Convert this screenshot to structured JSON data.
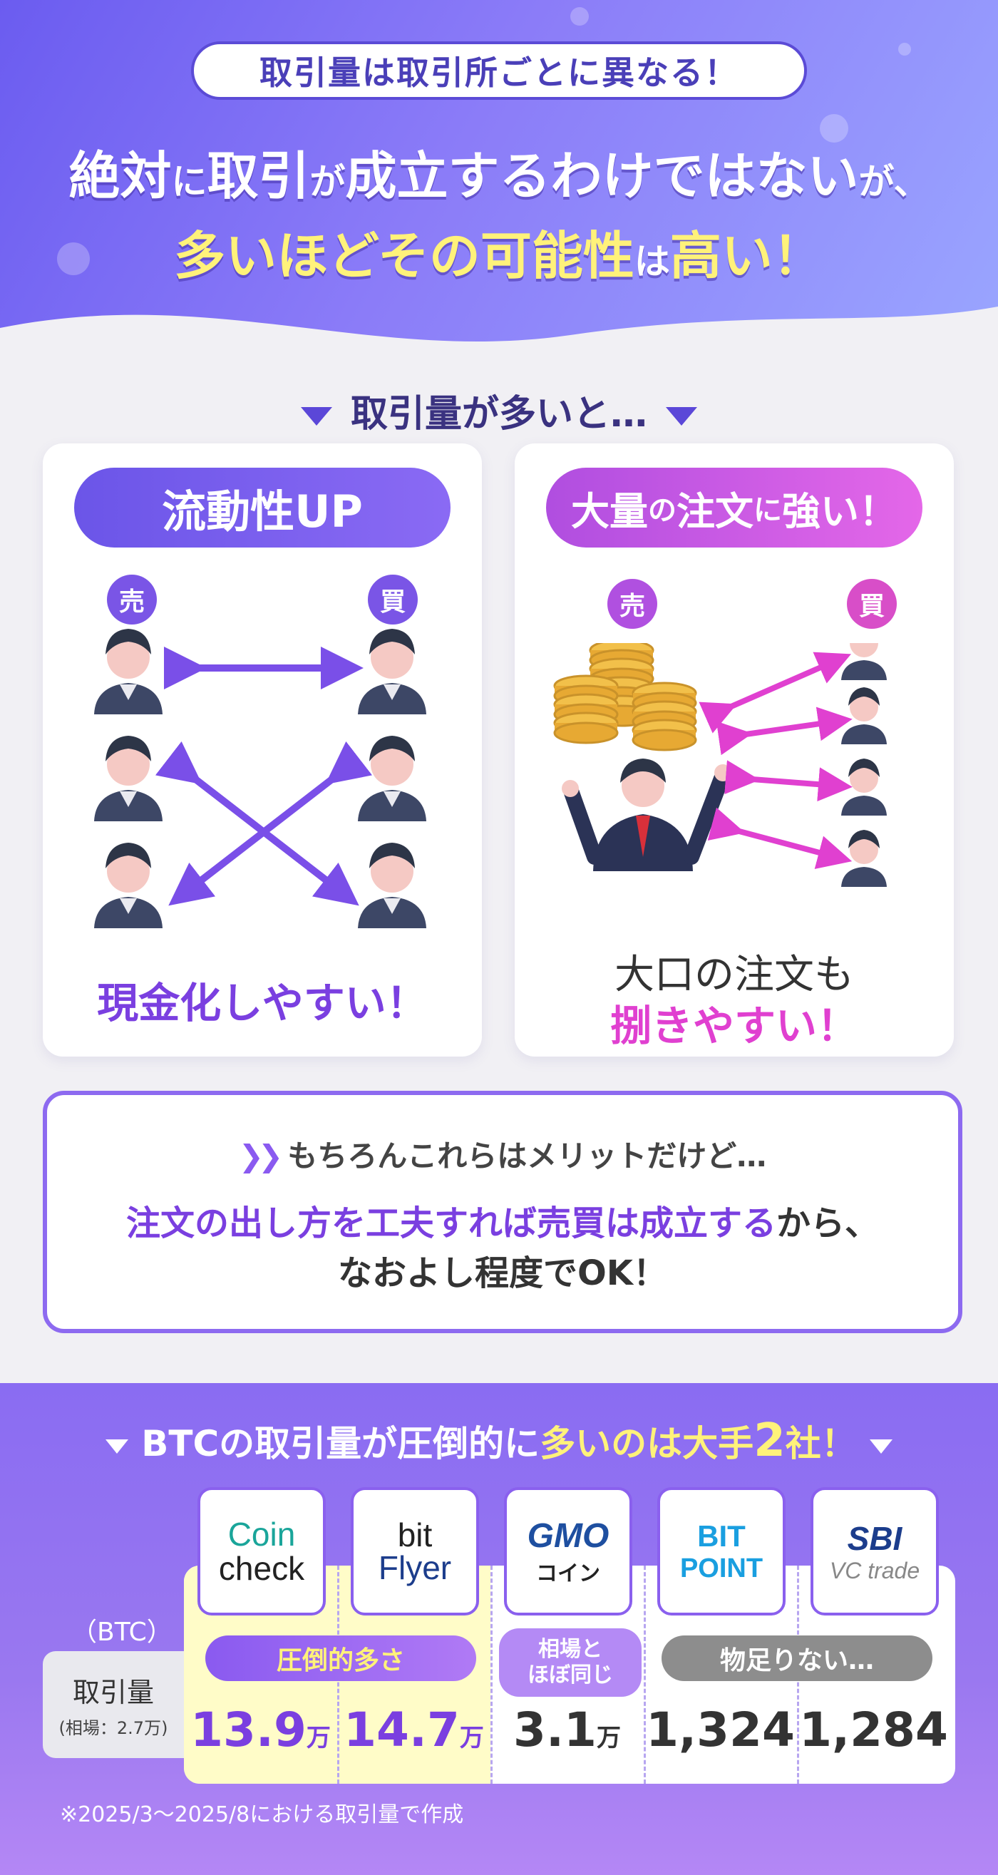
{
  "header": {
    "pill": "取引量は取引所ごとに異なる！",
    "line1_parts": [
      "絶対",
      "に",
      "取引",
      "が",
      "成立するわけではない",
      "が、"
    ],
    "line2_parts": [
      "多いほどその可能性",
      "は",
      "高い！"
    ]
  },
  "section1": {
    "title": "取引量が多いと…"
  },
  "card_left": {
    "pill": "流動性UP",
    "sell_badge": "売",
    "buy_badge": "買",
    "caption": "現金化しやすい！"
  },
  "card_right": {
    "pill_parts": [
      "大量",
      "の",
      "注文",
      "に",
      "強い！"
    ],
    "sell_badge": "売",
    "buy_badge": "買",
    "caption_line1": "大口の注文も",
    "caption_line2": "捌きやすい！"
  },
  "note": {
    "line1": "もちろんこれらはメリットだけど…",
    "line2_highlight": "注文の出し方を工夫すれば売買は成立する",
    "line2_rest": "から、",
    "line3": "なおよし程度でOK！"
  },
  "bottom": {
    "title_parts": [
      "BTCの取引量が圧倒的に",
      "多いのは大手",
      "2",
      "社！"
    ],
    "unit": "（BTC）",
    "row_label": "取引量",
    "row_sub": "(相場：2.7万)",
    "tag_top": "圧倒的多さ",
    "tag_mid_l1": "相場と",
    "tag_mid_l2": "ほぼ同じ",
    "tag_low": "物足りない…",
    "exchanges": [
      {
        "logo_l1": "Coin",
        "logo_l2": "check",
        "value": "13.9",
        "unit": "万"
      },
      {
        "logo_l1": "bit",
        "logo_l2": "Flyer",
        "value": "14.7",
        "unit": "万"
      },
      {
        "logo_l1": "GMO",
        "logo_l2": "コイン",
        "value": "3.1",
        "unit": "万"
      },
      {
        "logo_l1": "BIT",
        "logo_l2": "POINT",
        "value": "1,324",
        "unit": ""
      },
      {
        "logo_l1": "SBI",
        "logo_l2": "VC trade",
        "value": "1,284",
        "unit": ""
      }
    ],
    "footnote": "※2025/3〜2025/8における取引量で作成"
  },
  "colors": {
    "primary": "#6b5cf0",
    "accent_yellow": "#fff27a",
    "purple_text": "#7a3fe0",
    "pink": "#e040d0"
  }
}
